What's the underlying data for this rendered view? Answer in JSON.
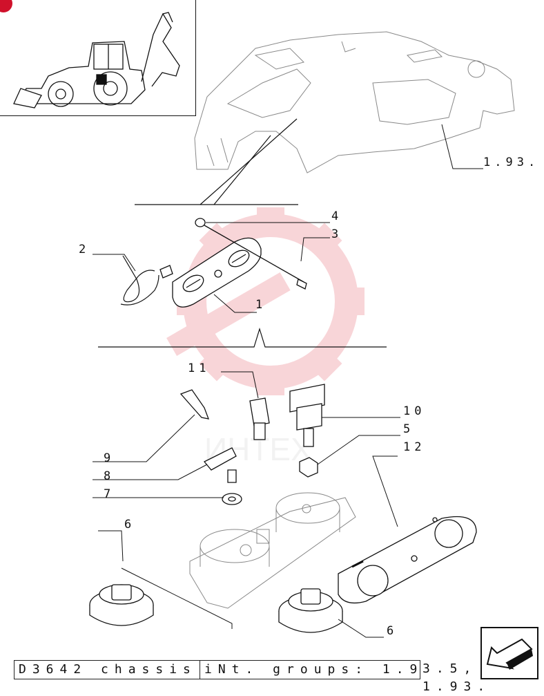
{
  "callouts": [
    {
      "id": "c1",
      "label": "1"
    },
    {
      "id": "c2",
      "label": "2"
    },
    {
      "id": "c3",
      "label": "3"
    },
    {
      "id": "c4",
      "label": "4"
    },
    {
      "id": "c5",
      "label": "5"
    },
    {
      "id": "c6a",
      "label": "6"
    },
    {
      "id": "c6b",
      "label": "6"
    },
    {
      "id": "c7",
      "label": "7"
    },
    {
      "id": "c8",
      "label": "8"
    },
    {
      "id": "c9",
      "label": "9"
    },
    {
      "id": "c10",
      "label": "10"
    },
    {
      "id": "c11",
      "label": "11"
    },
    {
      "id": "c12",
      "label": "12"
    }
  ],
  "ref_top": "1.93.",
  "footer": {
    "left": "D3642 chassis",
    "right": "iNt. groups: 1.9",
    "trail": "3.5, 1.93."
  },
  "watermark": "ИНТЕХ",
  "colors": {
    "watermark": "#f3b3ba",
    "corner_badge": "#d0112b"
  }
}
